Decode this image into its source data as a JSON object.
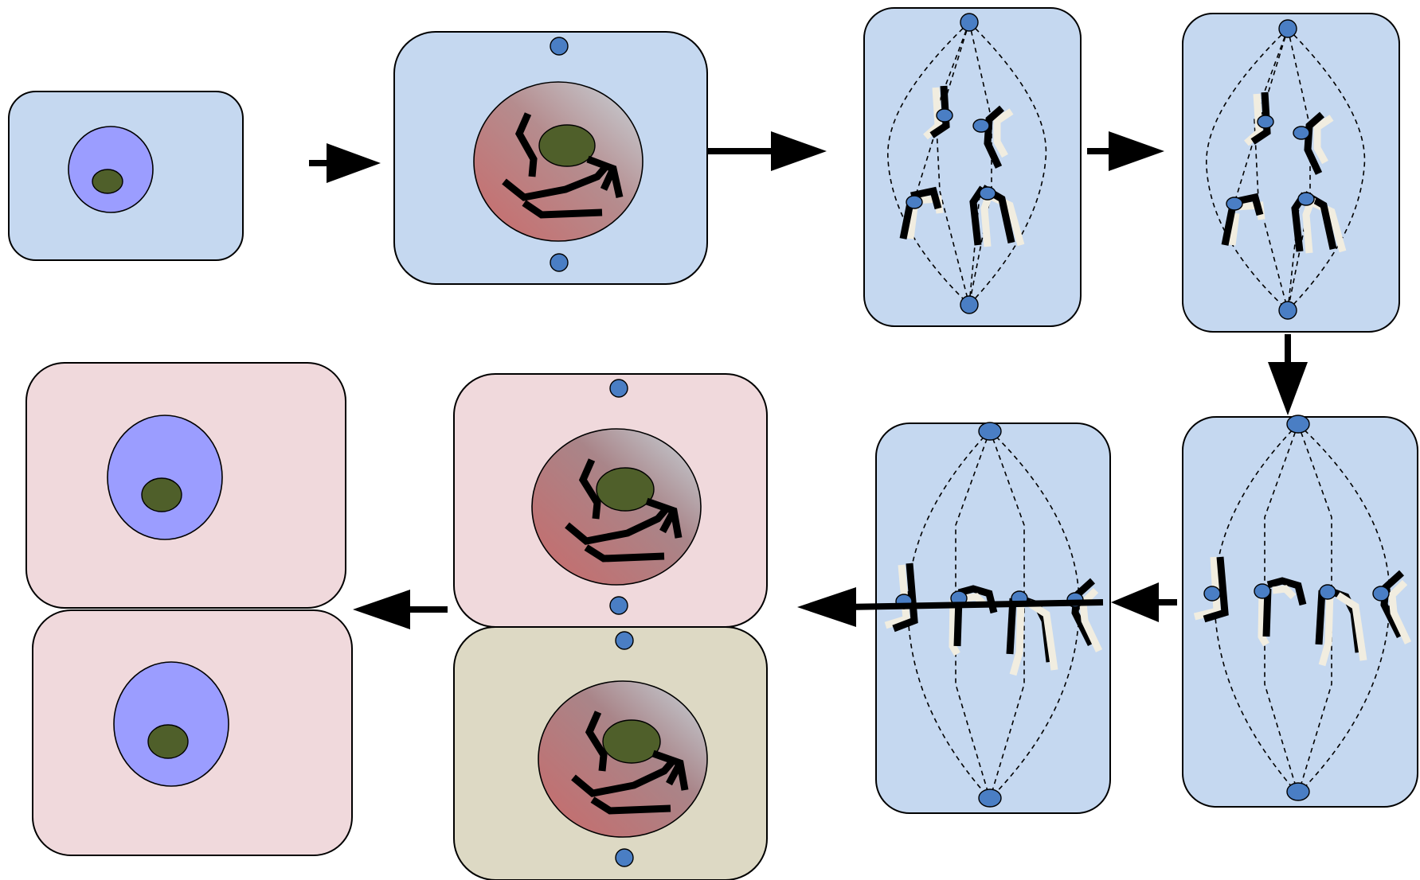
{
  "diagram": {
    "description_visible_text": "",
    "colors": {
      "interphase_cell": "#c5d8f0",
      "daughter_cell_pink": "#f0d9dc",
      "daughter_cell_tan": "#ddd9c4",
      "nucleus_blue": "#9b9dff",
      "nucleolus": "#4f5f2a",
      "centrosome": "#4a7ec4",
      "nucleus_gradient_from": "#c96a6a",
      "nucleus_gradient_to": "#c9d6dc",
      "chromosome_dark": "#000000",
      "chromosome_light": "#f1ede0"
    },
    "stages": [
      {
        "id": "interphase",
        "icon": "cell-interphase-icon"
      },
      {
        "id": "prophase",
        "icon": "cell-prophase-icon"
      },
      {
        "id": "prometaphase",
        "icon": "cell-prometaphase-icon"
      },
      {
        "id": "late-prometaphase",
        "icon": "cell-late-prometaphase-icon"
      },
      {
        "id": "metaphase",
        "icon": "cell-metaphase-icon"
      },
      {
        "id": "metaphase-2",
        "icon": "cell-metaphase-2-icon"
      },
      {
        "id": "telophase",
        "icon": "cell-telophase-icon"
      },
      {
        "id": "daughter-cells",
        "icon": "cell-daughter-cells-icon"
      }
    ],
    "arrows": [
      "right",
      "right",
      "right",
      "down",
      "left",
      "left",
      "left"
    ]
  }
}
